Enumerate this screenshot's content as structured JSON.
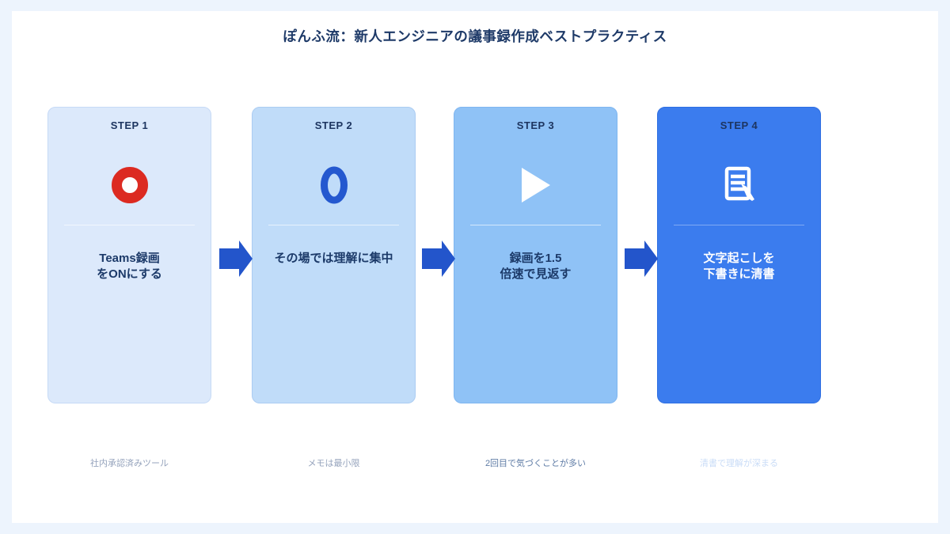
{
  "page": {
    "title": "ぽんふ流：新人エンジニアの議事録作成ベストプラクティス"
  },
  "colors": {
    "page_border": "#edf4fd",
    "canvas": "#ffffff",
    "title_text": "#1e3a68",
    "step_label_text": "#1d3560",
    "arrow": "#2355cb",
    "record_icon_red": "#dc2a21",
    "oval_icon_blue": "#2458cf",
    "card_backgrounds": [
      "#dce9fb",
      "#c0dcf9",
      "#8fc2f6",
      "#3b7cee"
    ]
  },
  "steps": [
    {
      "label": "STEP 1",
      "icon": "record-icon",
      "title": "Teams録画\nをONにする",
      "note": "社内承認済みツール",
      "bg": "#dce9fb"
    },
    {
      "label": "STEP 2",
      "icon": "oval-ring-icon",
      "title": "その場では理解に集中",
      "note": "メモは最小限",
      "bg": "#c0dcf9"
    },
    {
      "label": "STEP 3",
      "icon": "play-icon",
      "title": "録画を1.5\n倍速で見返す",
      "note": "2回目で気づくことが多い",
      "bg": "#8fc2f6"
    },
    {
      "label": "STEP 4",
      "icon": "memo-pen-icon",
      "title": "文字起こしを\n下書きに清書",
      "note": "清書で理解が深まる",
      "bg": "#3b7cee"
    }
  ]
}
